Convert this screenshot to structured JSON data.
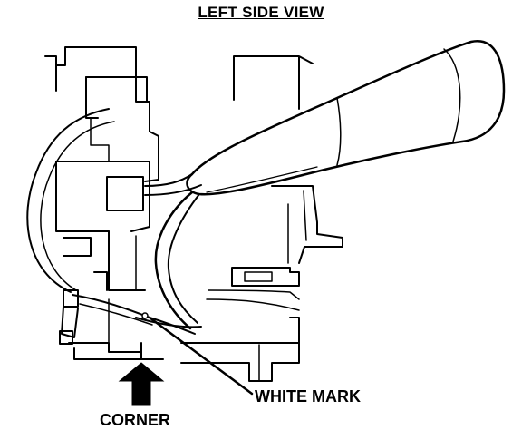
{
  "title": "LEFT SIDE VIEW",
  "callouts": {
    "white_mark": "WHITE MARK",
    "corner": "CORNER"
  },
  "colors": {
    "line": "#000000",
    "background": "#ffffff"
  }
}
